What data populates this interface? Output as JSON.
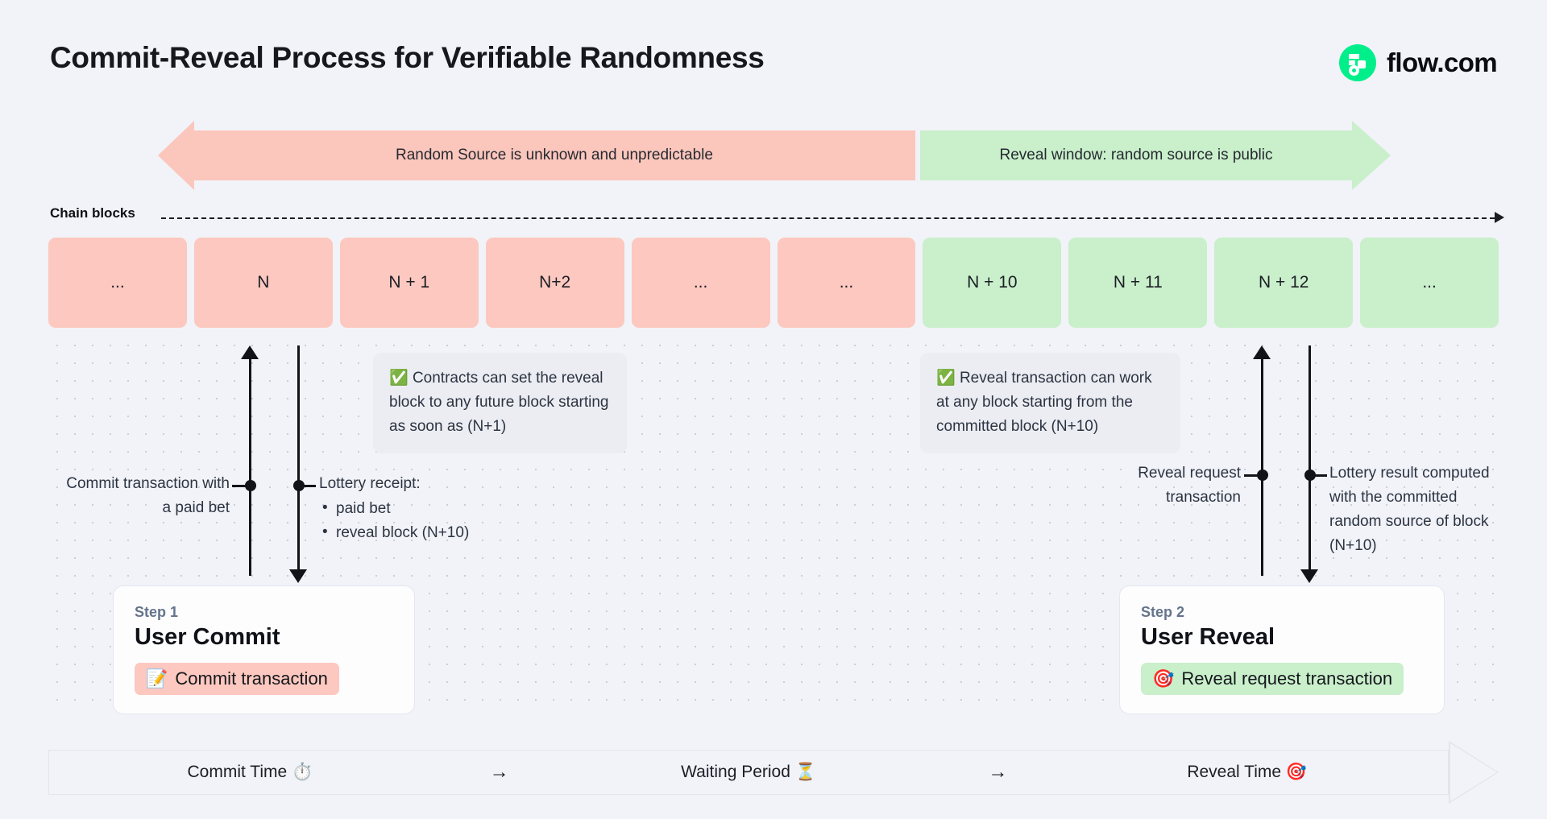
{
  "header": {
    "title": "Commit-Reveal Process for Verifiable Randomness",
    "brand_name": "flow.com",
    "brand_color": "#00EF8B"
  },
  "windows": [
    {
      "id": "unknown",
      "label": "Random Source is unknown and unpredictable",
      "color": "#FBC6BC",
      "direction": "left"
    },
    {
      "id": "reveal",
      "label": "Reveal window: random source is public",
      "color": "#C9EFCB",
      "direction": "right"
    }
  ],
  "chain": {
    "axis_label": "Chain blocks",
    "blocks": [
      {
        "label": "...",
        "tone": "pink"
      },
      {
        "label": "N",
        "tone": "pink"
      },
      {
        "label": "N + 1",
        "tone": "pink"
      },
      {
        "label": "N+2",
        "tone": "pink"
      },
      {
        "label": "...",
        "tone": "pink"
      },
      {
        "label": "...",
        "tone": "pink"
      },
      {
        "label": "N + 10",
        "tone": "green"
      },
      {
        "label": "N + 11",
        "tone": "green"
      },
      {
        "label": "N + 12",
        "tone": "green"
      },
      {
        "label": "...",
        "tone": "green"
      }
    ],
    "pink_color": "#FCC8BF",
    "green_color": "#C9EFCB"
  },
  "callouts": [
    {
      "id": "commit-window",
      "icon": "✅",
      "text": "Contracts can set the reveal block to any future block starting as soon as (N+1)"
    },
    {
      "id": "reveal-window",
      "icon": "✅",
      "text": "Reveal transaction can work at any block starting from the committed block (N+10)"
    }
  ],
  "annotations": {
    "commit_tx": "Commit transaction with a paid bet",
    "lottery_receipt_title": "Lottery receipt:",
    "lottery_receipt_items": [
      "paid bet",
      "reveal block (N+10)"
    ],
    "reveal_request": "Reveal request transaction",
    "lottery_result": "Lottery result computed with the committed random source of block (N+10)"
  },
  "steps": [
    {
      "step_label": "Step 1",
      "heading": "User Commit",
      "badge_icon": "📝",
      "badge_text": "Commit transaction",
      "badge_tone": "pink"
    },
    {
      "step_label": "Step 2",
      "heading": "User Reveal",
      "badge_icon": "🎯",
      "badge_text": "Reveal request transaction",
      "badge_tone": "green"
    }
  ],
  "timeline": {
    "phases": [
      {
        "label": "Commit Time ⏱️"
      },
      {
        "label": "Waiting Period ⏳"
      },
      {
        "label": "Reveal Time 🎯"
      }
    ],
    "separator": "→"
  }
}
